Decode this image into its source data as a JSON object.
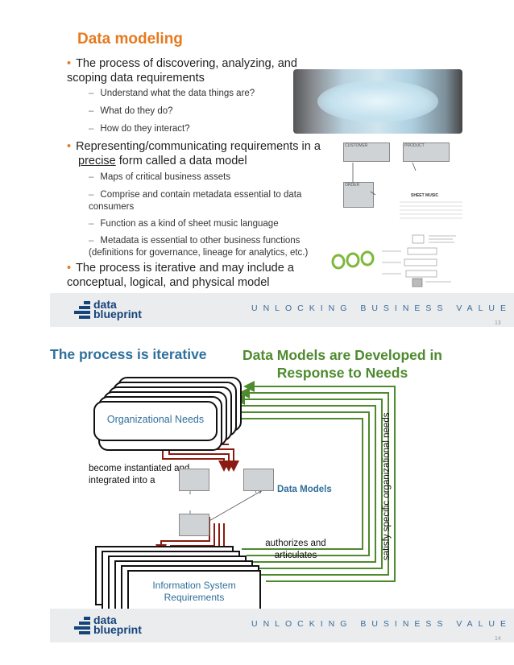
{
  "slide1": {
    "title": "Data modeling",
    "bullet1": "The process of discovering, analyzing, and scoping data requirements",
    "sub1": [
      "Understand what the data things are?",
      "What do they do?",
      "How do they interact?"
    ],
    "bullet2_pre": "Representing/communicating requirements in a",
    "bullet2_u": "precise",
    "bullet2_post": "form called a data model",
    "sub2": [
      "Maps of critical business assets",
      "Comprise and contain metadata essential to data consumers",
      "Function as a kind of sheet music language",
      "Metadata is essential to other business functions (definitions for governance, lineage for analytics, etc.)"
    ],
    "bullet3": "The process is iterative and may include a conceptual, logical, and physical model",
    "er_entities": [
      "CUSTOMER",
      "PRODUCT",
      "ORDER"
    ],
    "sheet_title": "SHEET MUSIC",
    "page_number": "13"
  },
  "slide2": {
    "title_left": "The process is iterative",
    "title_right": "Data Models are Developed in Response to Needs",
    "org_needs": "Organizational Needs",
    "become": "become instantiated and integrated into a",
    "data_models": "Data Models",
    "authorizes": "authorizes and articulates",
    "satisfy": "satisfy specific organizational needs",
    "isr": "Information System Requirements",
    "page_number": "14"
  },
  "footer": {
    "logo_top": "data",
    "logo_bottom": "blueprint",
    "tagline": "UNLOCKING BUSINESS VALUE"
  },
  "colors": {
    "orange": "#e57a1f",
    "blue": "#2f6f9b",
    "green": "#4e8a2e",
    "darkred": "#8b1a10"
  }
}
